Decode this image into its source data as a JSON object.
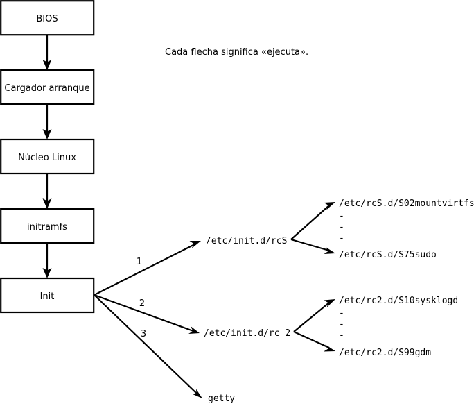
{
  "diagram": {
    "title_caption": "Cada flecha significa «ejecuta».",
    "boot_chain": [
      {
        "id": "bios",
        "label": "BIOS"
      },
      {
        "id": "bootloader",
        "label": "Cargador arranque"
      },
      {
        "id": "kernel",
        "label": "Núcleo Linux"
      },
      {
        "id": "initramfs",
        "label": "initramfs"
      },
      {
        "id": "init",
        "label": "Init"
      }
    ],
    "init_branches": [
      {
        "number": "1",
        "target": "/etc/init.d/rcS"
      },
      {
        "number": "2",
        "target": "/etc/init.d/rc 2"
      },
      {
        "number": "3",
        "target": "getty"
      }
    ],
    "rcs_scripts": {
      "first": "/etc/rcS.d/S02mountvirtfs",
      "ellipsis": [
        "-",
        "-",
        "-"
      ],
      "last": "/etc/rcS.d/S75sudo"
    },
    "rc2_scripts": {
      "first": "/etc/rc2.d/S10sysklogd",
      "ellipsis": [
        "-",
        "-",
        "-"
      ],
      "last": "/etc/rc2.d/S99gdm"
    },
    "colors": {
      "background": "#ffffff",
      "stroke": "#000000",
      "text": "#000000"
    }
  }
}
